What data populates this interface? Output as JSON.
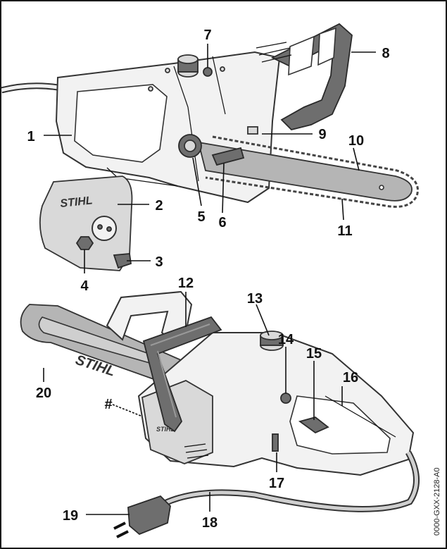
{
  "callouts": {
    "c1": "1",
    "c2": "2",
    "c3": "3",
    "c4": "4",
    "c5": "5",
    "c6": "6",
    "c7": "7",
    "c8": "8",
    "c9": "9",
    "c10": "10",
    "c11": "11",
    "c12": "12",
    "c13": "13",
    "c14": "14",
    "c15": "15",
    "c16": "16",
    "c17": "17",
    "c18": "18",
    "c19": "19",
    "c20": "20",
    "hash": "#"
  },
  "logos": {
    "cover": "STIHL",
    "bar": "STIHL"
  },
  "doc_code": "0000-GXX-2128-A0",
  "colors": {
    "outline": "#333333",
    "light": "#f2f2f2",
    "mid": "#d9d9d9",
    "dark": "#6e6e6e"
  }
}
